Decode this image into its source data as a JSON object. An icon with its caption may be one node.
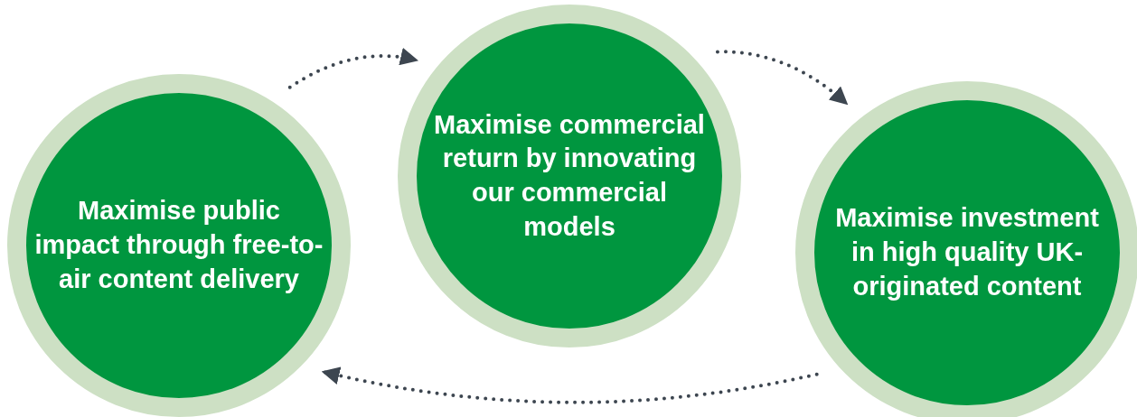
{
  "diagram": {
    "nodes": [
      {
        "text": [
          "Maximise public impact through free-to-air content delivery"
        ]
      },
      {
        "text": [
          "Maximise commercial return by innovating our commercial models"
        ]
      },
      {
        "text": [
          "Maximise investment in high quality UK-originated content"
        ]
      }
    ],
    "edges": [
      {
        "from": 0,
        "to": 1,
        "arrow": "to"
      },
      {
        "from": 1,
        "to": 2,
        "arrow": "to"
      },
      {
        "from": 2,
        "to": 0,
        "arrow": "to"
      }
    ]
  }
}
